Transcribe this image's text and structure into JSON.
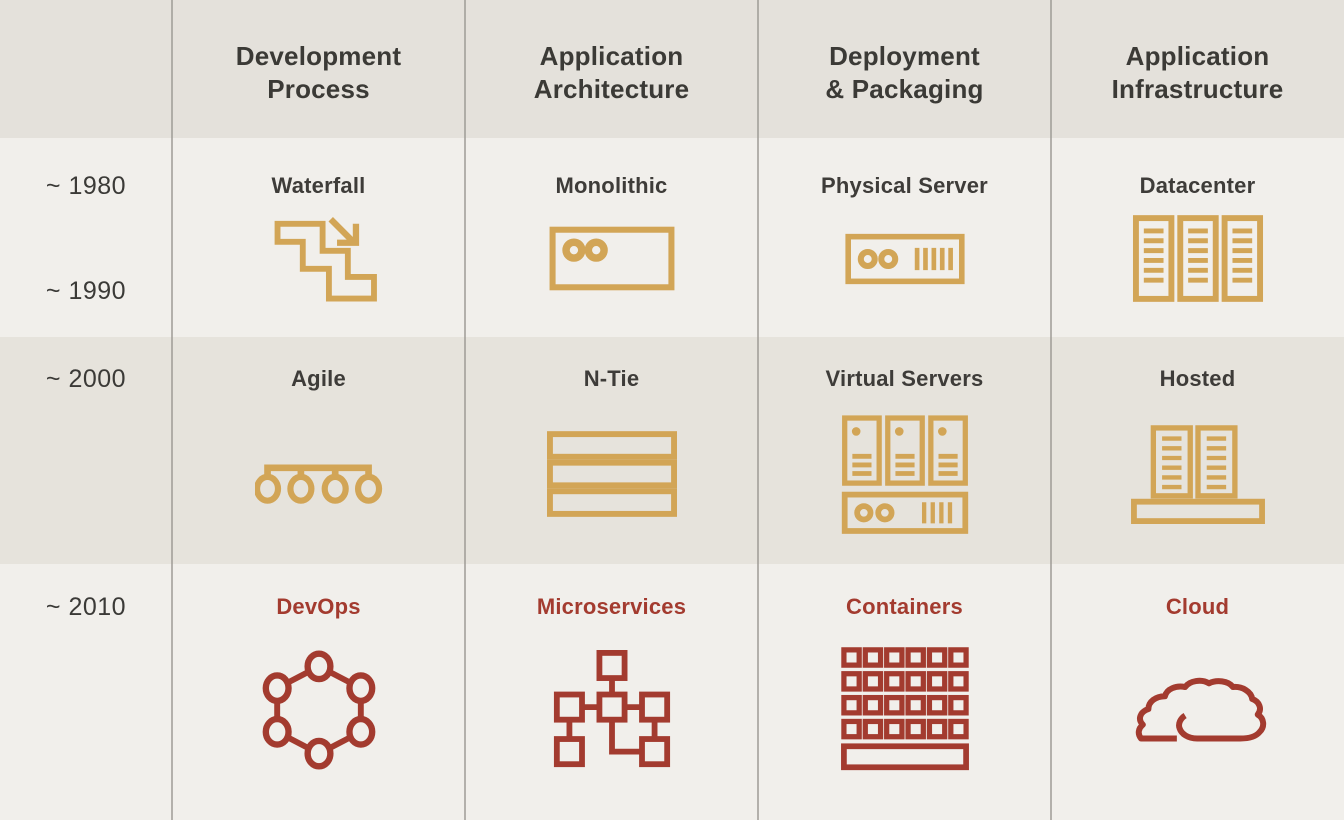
{
  "title": "Evolution of development process, application architecture, deployment and infrastructure",
  "colors": {
    "gold": "#d2a556",
    "red": "#a33b2f",
    "header_bg": "#e4e1db",
    "row_light_bg": "#f1efeb",
    "row_mid_bg": "#e6e3dc",
    "text": "#3b3a36",
    "divider": "#9e9b95"
  },
  "header": {
    "columns": [
      {
        "line1": "Development",
        "line2": "Process"
      },
      {
        "line1": "Application",
        "line2": "Architecture"
      },
      {
        "line1": "Deployment",
        "line2": "& Packaging"
      },
      {
        "line1": "Application",
        "line2": "Infrastructure"
      }
    ]
  },
  "rows": [
    {
      "era": [
        "~ 1980",
        "~ 1990"
      ],
      "cells": [
        {
          "label": "Waterfall",
          "icon": "waterfall-icon"
        },
        {
          "label": "Monolithic",
          "icon": "monolithic-icon"
        },
        {
          "label": "Physical Server",
          "icon": "physical-server-icon"
        },
        {
          "label": "Datacenter",
          "icon": "datacenter-icon"
        }
      ]
    },
    {
      "era": [
        "~ 2000"
      ],
      "cells": [
        {
          "label": "Agile",
          "icon": "agile-icon"
        },
        {
          "label": "N-Tie",
          "icon": "n-tier-icon"
        },
        {
          "label": "Virtual Servers",
          "icon": "virtual-servers-icon"
        },
        {
          "label": "Hosted",
          "icon": "hosted-icon"
        }
      ]
    },
    {
      "era": [
        "~ 2010"
      ],
      "cells": [
        {
          "label": "DevOps",
          "icon": "devops-icon"
        },
        {
          "label": "Microservices",
          "icon": "microservices-icon"
        },
        {
          "label": "Containers",
          "icon": "containers-icon"
        },
        {
          "label": "Cloud",
          "icon": "cloud-icon"
        }
      ]
    }
  ]
}
